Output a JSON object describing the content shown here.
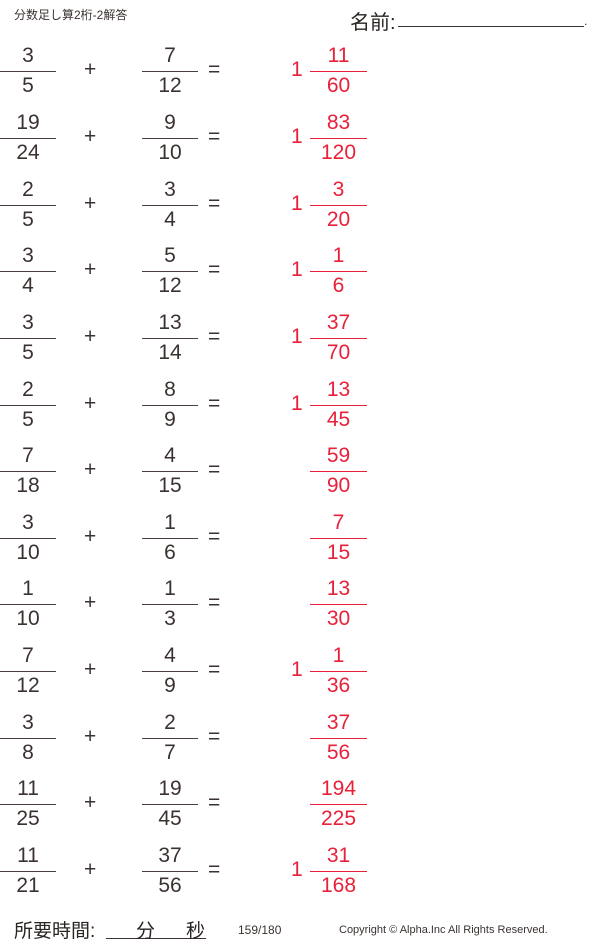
{
  "header": {
    "title": "分数足し算2桁-2解答",
    "name_label": "名前:",
    "name_end_dot": "."
  },
  "operators": {
    "plus": "+",
    "equals": "="
  },
  "problems": [
    {
      "a_num": "3",
      "a_den": "5",
      "b_num": "7",
      "b_den": "12",
      "ans_whole": "1",
      "ans_num": "11",
      "ans_den": "60"
    },
    {
      "a_num": "19",
      "a_den": "24",
      "b_num": "9",
      "b_den": "10",
      "ans_whole": "1",
      "ans_num": "83",
      "ans_den": "120"
    },
    {
      "a_num": "2",
      "a_den": "5",
      "b_num": "3",
      "b_den": "4",
      "ans_whole": "1",
      "ans_num": "3",
      "ans_den": "20"
    },
    {
      "a_num": "3",
      "a_den": "4",
      "b_num": "5",
      "b_den": "12",
      "ans_whole": "1",
      "ans_num": "1",
      "ans_den": "6"
    },
    {
      "a_num": "3",
      "a_den": "5",
      "b_num": "13",
      "b_den": "14",
      "ans_whole": "1",
      "ans_num": "37",
      "ans_den": "70"
    },
    {
      "a_num": "2",
      "a_den": "5",
      "b_num": "8",
      "b_den": "9",
      "ans_whole": "1",
      "ans_num": "13",
      "ans_den": "45"
    },
    {
      "a_num": "7",
      "a_den": "18",
      "b_num": "4",
      "b_den": "15",
      "ans_whole": "",
      "ans_num": "59",
      "ans_den": "90"
    },
    {
      "a_num": "3",
      "a_den": "10",
      "b_num": "1",
      "b_den": "6",
      "ans_whole": "",
      "ans_num": "7",
      "ans_den": "15"
    },
    {
      "a_num": "1",
      "a_den": "10",
      "b_num": "1",
      "b_den": "3",
      "ans_whole": "",
      "ans_num": "13",
      "ans_den": "30"
    },
    {
      "a_num": "7",
      "a_den": "12",
      "b_num": "4",
      "b_den": "9",
      "ans_whole": "1",
      "ans_num": "1",
      "ans_den": "36"
    },
    {
      "a_num": "3",
      "a_den": "8",
      "b_num": "2",
      "b_den": "7",
      "ans_whole": "",
      "ans_num": "37",
      "ans_den": "56"
    },
    {
      "a_num": "11",
      "a_den": "25",
      "b_num": "19",
      "b_den": "45",
      "ans_whole": "",
      "ans_num": "194",
      "ans_den": "225"
    },
    {
      "a_num": "11",
      "a_den": "21",
      "b_num": "37",
      "b_den": "56",
      "ans_whole": "1",
      "ans_num": "31",
      "ans_den": "168"
    }
  ],
  "footer": {
    "time_label": "所要時間:",
    "minutes_unit": "分",
    "seconds_unit": "秒",
    "page": "159/180",
    "copyright": "Copyright ©  Alpha.Inc All Rights Reserved."
  },
  "colors": {
    "text": "#3a3230",
    "answer": "#e8203a"
  }
}
